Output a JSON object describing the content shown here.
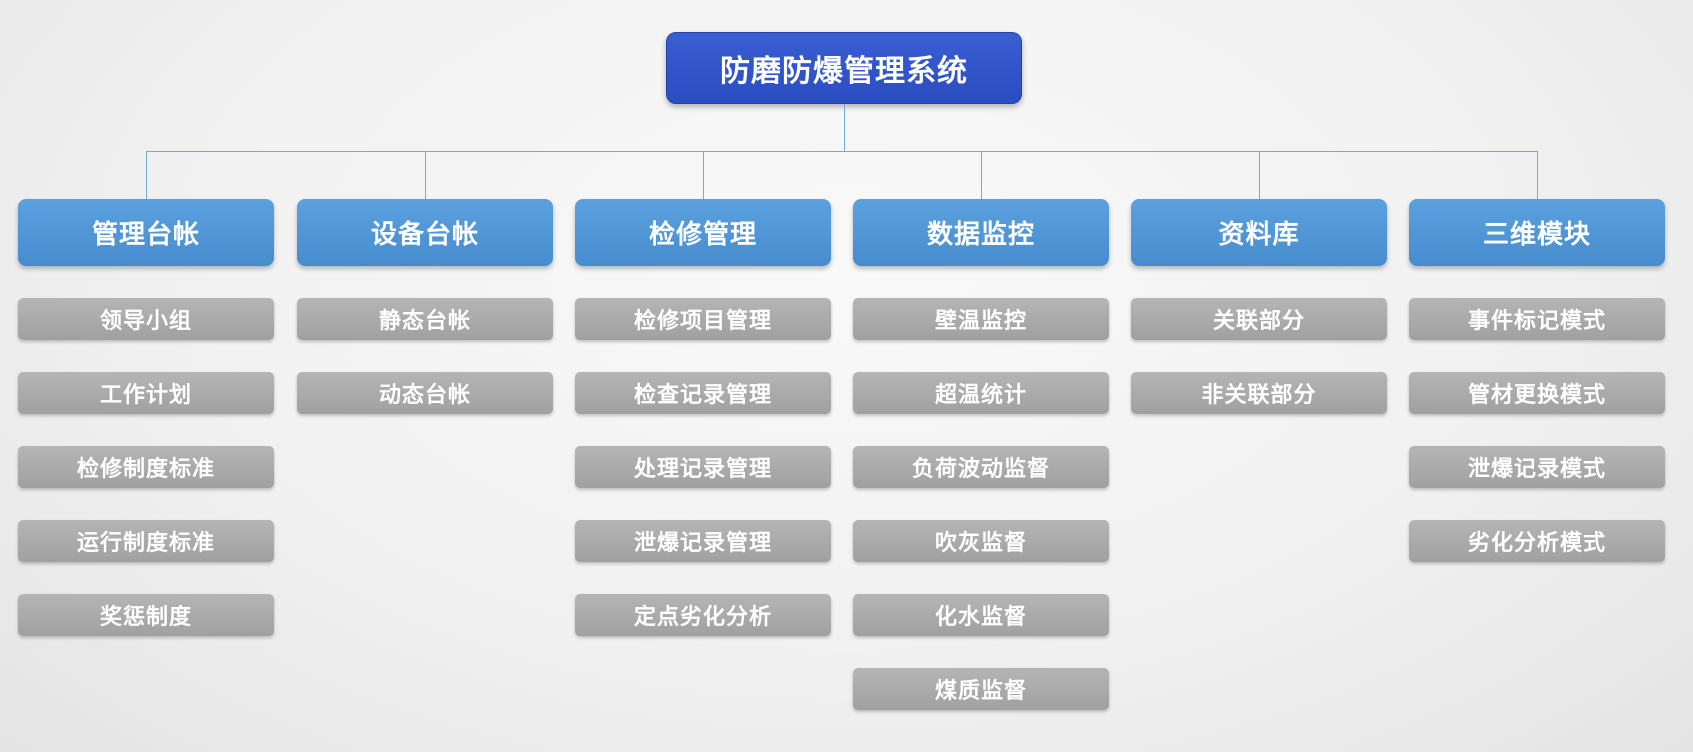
{
  "title": "防磨防爆管理系统",
  "colors": {
    "root": "#2a4ec0",
    "branch": "#4f96d6",
    "child": "#a8a8a8",
    "connector": "#74a9d6",
    "text": "#ffffff",
    "background": "#f1f1f1"
  },
  "columns": [
    {
      "label": "管理台帐",
      "children": [
        "领导小组",
        "工作计划",
        "检修制度标准",
        "运行制度标准",
        "奖惩制度"
      ]
    },
    {
      "label": "设备台帐",
      "children": [
        "静态台帐",
        "动态台帐"
      ]
    },
    {
      "label": "检修管理",
      "children": [
        "检修项目管理",
        "检查记录管理",
        "处理记录管理",
        "泄爆记录管理",
        "定点劣化分析"
      ]
    },
    {
      "label": "数据监控",
      "children": [
        "壁温监控",
        "超温统计",
        "负荷波动监督",
        "吹灰监督",
        "化水监督",
        "煤质监督"
      ]
    },
    {
      "label": "资料库",
      "children": [
        "关联部分",
        "非关联部分"
      ]
    },
    {
      "label": "三维模块",
      "children": [
        "事件标记模式",
        "管材更换模式",
        "泄爆记录模式",
        "劣化分析模式"
      ]
    }
  ]
}
